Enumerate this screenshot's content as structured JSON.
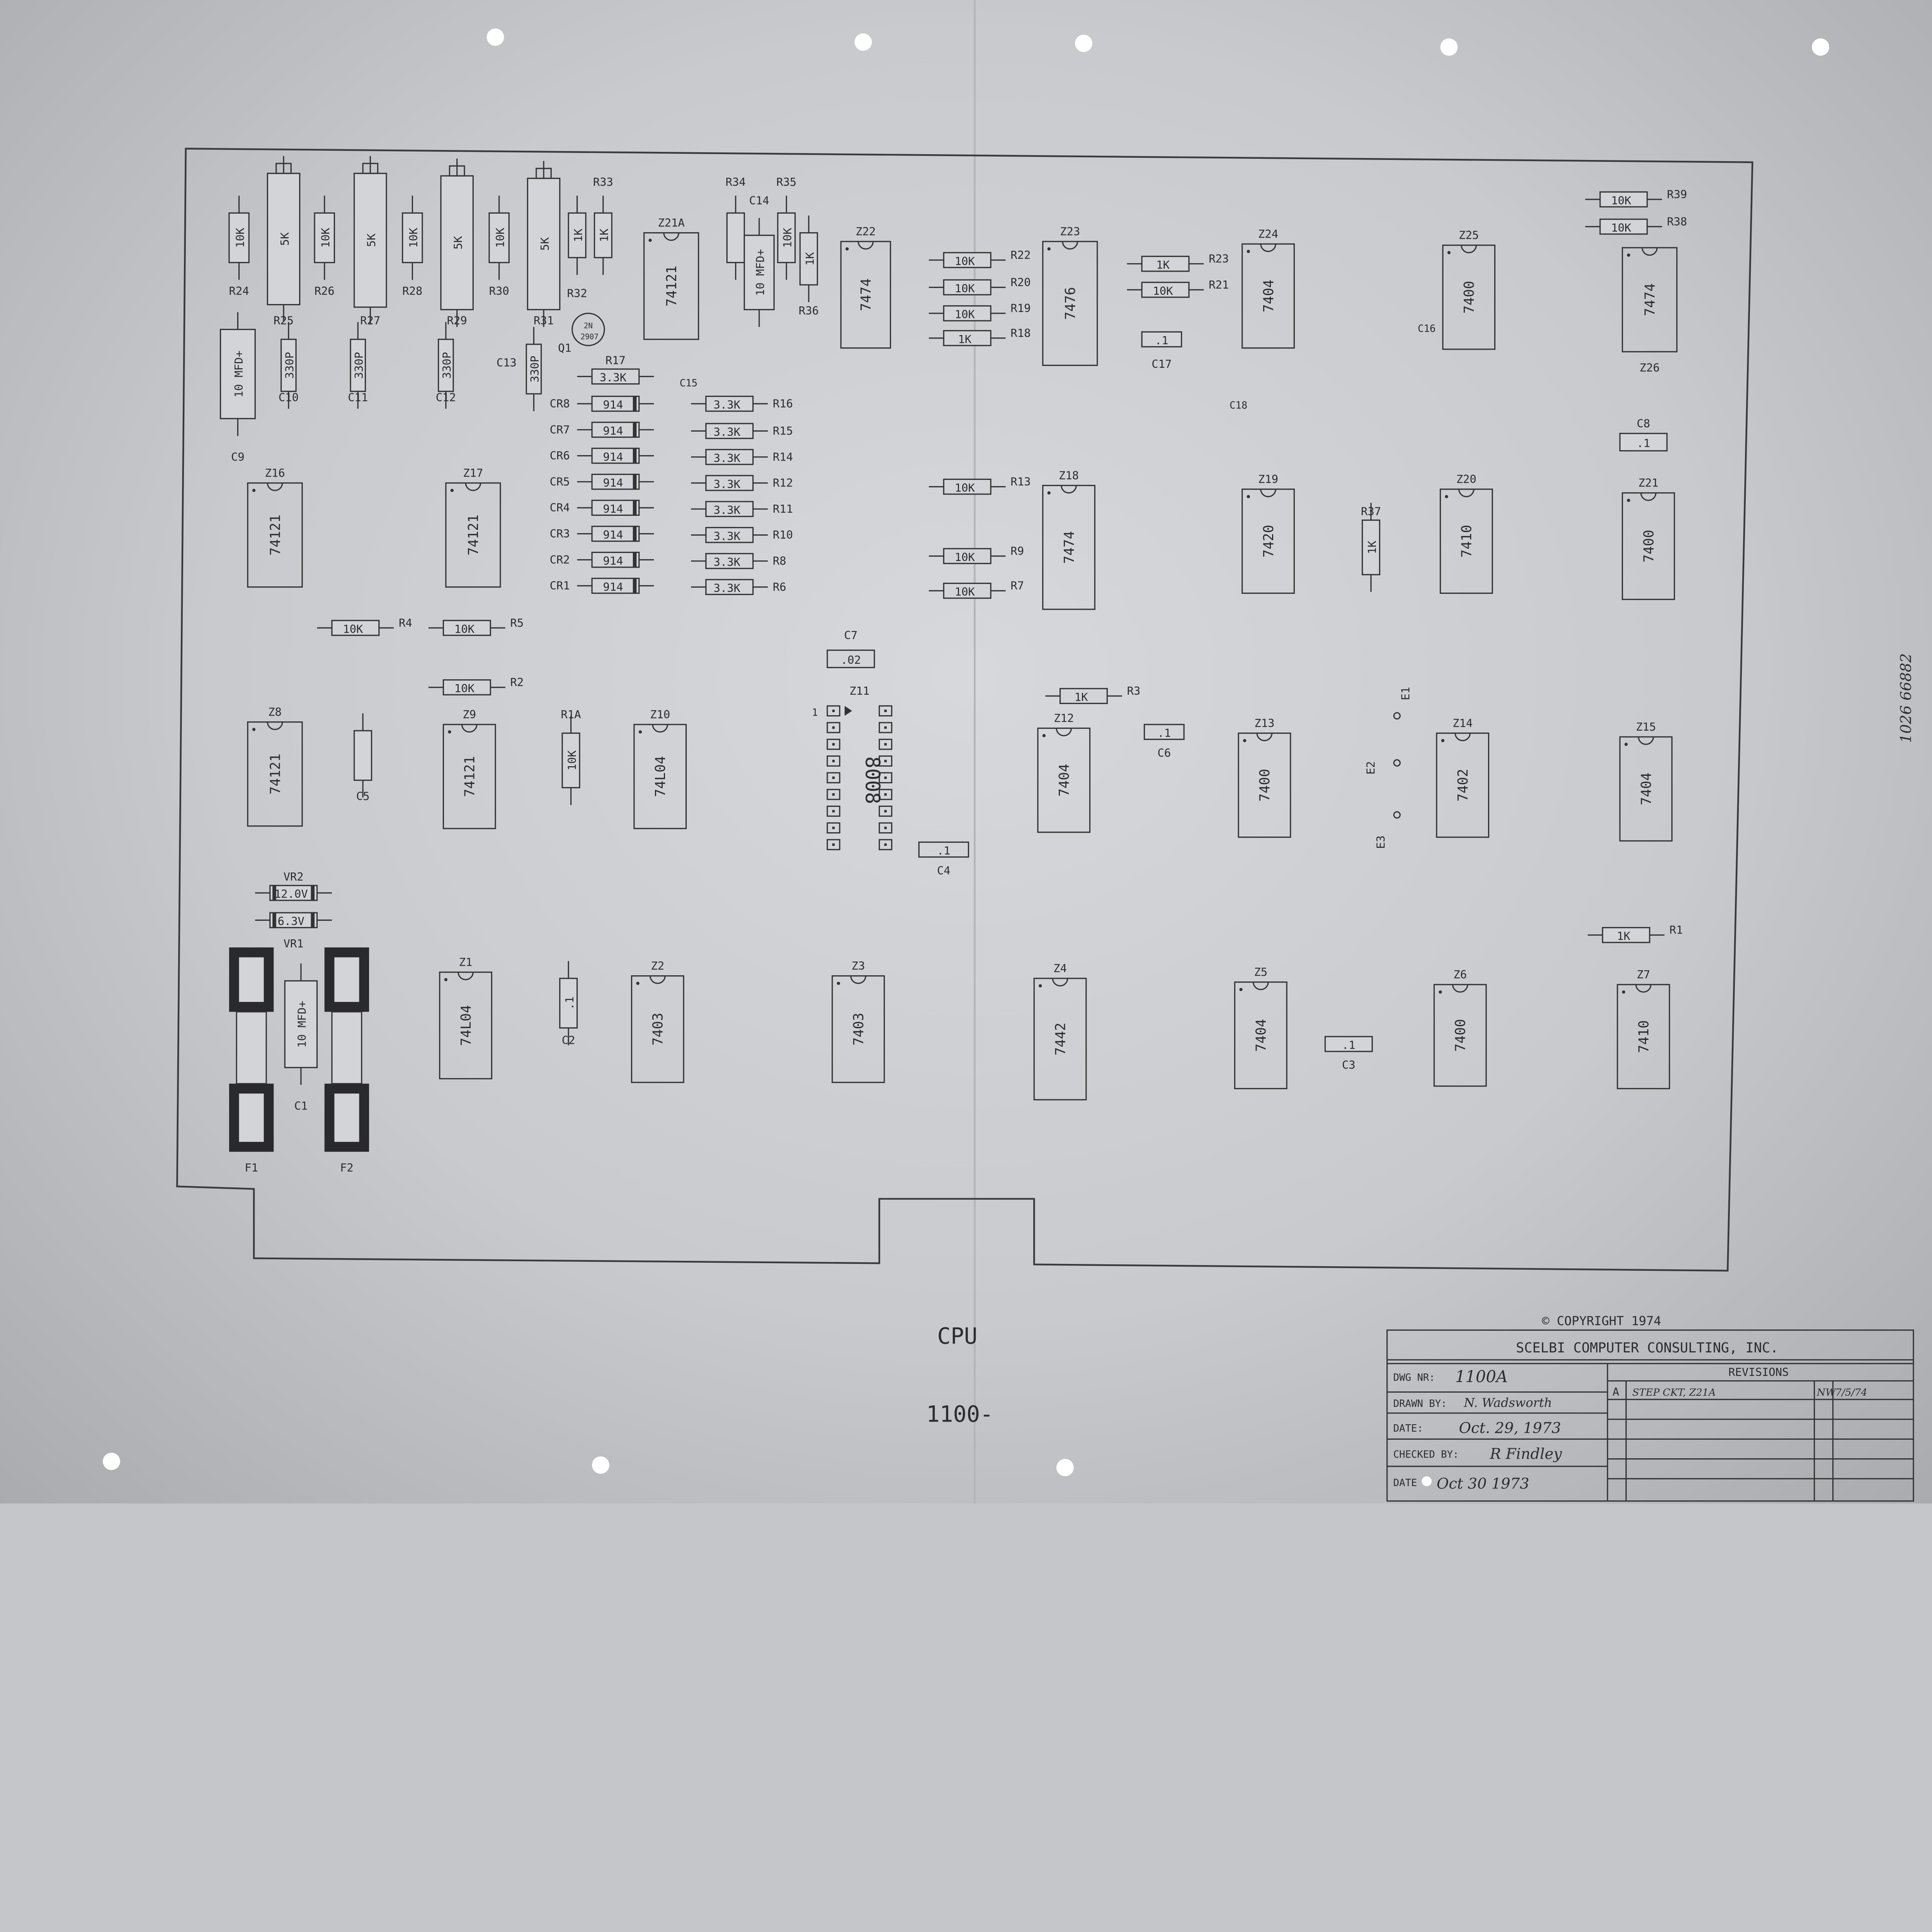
{
  "title": {
    "name": "CPU",
    "number": "1100-"
  },
  "copyright": "© COPYRIGHT 1974",
  "side_note": "1026 66882",
  "title_block": {
    "company": "SCELBI COMPUTER CONSULTING, INC.",
    "dwg_label": "DWG NR:",
    "dwg_value": "1100A",
    "drawn_label": "DRAWN BY:",
    "drawn_value": "N. Wadsworth",
    "date_label": "DATE:",
    "date_value": "Oct. 29, 1973",
    "checked_label": "CHECKED BY:",
    "checked_value": "R Findley",
    "date2_label": "DATE",
    "date2_value": "Oct 30 1973",
    "revisions_label": "REVISIONS",
    "revisions": [
      {
        "rev": "A",
        "desc": "STEP CKT, Z21A",
        "by": "NW",
        "date": "7/5/74"
      }
    ]
  },
  "ics": [
    {
      "ref": "Z21A",
      "part": "74121"
    },
    {
      "ref": "Z22",
      "part": "7474"
    },
    {
      "ref": "Z23",
      "part": "7476"
    },
    {
      "ref": "Z24",
      "part": "7404"
    },
    {
      "ref": "Z25",
      "part": "7400"
    },
    {
      "ref": "Z26",
      "part": "7474"
    },
    {
      "ref": "Z16",
      "part": "74121"
    },
    {
      "ref": "Z17",
      "part": "74121"
    },
    {
      "ref": "Z18",
      "part": "7474"
    },
    {
      "ref": "Z19",
      "part": "7420"
    },
    {
      "ref": "Z20",
      "part": "7410"
    },
    {
      "ref": "Z21",
      "part": "7400"
    },
    {
      "ref": "Z8",
      "part": "74121"
    },
    {
      "ref": "Z9",
      "part": "74121"
    },
    {
      "ref": "Z10",
      "part": "74L04"
    },
    {
      "ref": "Z12",
      "part": "7404"
    },
    {
      "ref": "Z13",
      "part": "7400"
    },
    {
      "ref": "Z14",
      "part": "7402"
    },
    {
      "ref": "Z15",
      "part": "7404"
    },
    {
      "ref": "Z1",
      "part": "74L04"
    },
    {
      "ref": "Z2",
      "part": "7403"
    },
    {
      "ref": "Z3",
      "part": "7403"
    },
    {
      "ref": "Z4",
      "part": "7442"
    },
    {
      "ref": "Z5",
      "part": "7404"
    },
    {
      "ref": "Z6",
      "part": "7400"
    },
    {
      "ref": "Z7",
      "part": "7410"
    }
  ],
  "cpu_socket": {
    "ref": "Z11",
    "part": "8008",
    "pin1": "1"
  },
  "h_parts": [
    {
      "ref": "R22",
      "value": "10K"
    },
    {
      "ref": "R20",
      "value": "10K"
    },
    {
      "ref": "R19",
      "value": "10K"
    },
    {
      "ref": "R18",
      "value": "1K"
    },
    {
      "ref": "R23",
      "value": "1K"
    },
    {
      "ref": "R21",
      "value": "10K"
    },
    {
      "ref": "R39",
      "value": "10K"
    },
    {
      "ref": "R38",
      "value": "10K"
    },
    {
      "ref": "R17",
      "value": "3.3K"
    },
    {
      "ref": "R16",
      "value": "3.3K"
    },
    {
      "ref": "R15",
      "value": "3.3K"
    },
    {
      "ref": "R14",
      "value": "3.3K"
    },
    {
      "ref": "R12",
      "value": "3.3K"
    },
    {
      "ref": "R11",
      "value": "3.3K"
    },
    {
      "ref": "R10",
      "value": "3.3K"
    },
    {
      "ref": "R8",
      "value": "3.3K"
    },
    {
      "ref": "R6",
      "value": "3.3K"
    },
    {
      "ref": "CR8",
      "value": "914"
    },
    {
      "ref": "CR7",
      "value": "914"
    },
    {
      "ref": "CR6",
      "value": "914"
    },
    {
      "ref": "CR5",
      "value": "914"
    },
    {
      "ref": "CR4",
      "value": "914"
    },
    {
      "ref": "CR3",
      "value": "914"
    },
    {
      "ref": "CR2",
      "value": "914"
    },
    {
      "ref": "CR1",
      "value": "914"
    },
    {
      "ref": "R13",
      "value": "10K"
    },
    {
      "ref": "R9",
      "value": "10K"
    },
    {
      "ref": "R7",
      "value": "10K"
    },
    {
      "ref": "R4",
      "value": "10K"
    },
    {
      "ref": "R5",
      "value": "10K"
    },
    {
      "ref": "R2",
      "value": "10K"
    },
    {
      "ref": "R3",
      "value": "1K"
    },
    {
      "ref": "R1",
      "value": "1K"
    },
    {
      "ref": "VR2",
      "value": "12.0V"
    },
    {
      "ref": "VR1",
      "value": "6.3V"
    }
  ],
  "v_parts": [
    {
      "ref": "R24",
      "value": "10K"
    },
    {
      "ref": "R26",
      "value": "10K"
    },
    {
      "ref": "R28",
      "value": "10K"
    },
    {
      "ref": "R30",
      "value": "10K"
    },
    {
      "ref": "R32",
      "value": "1K"
    },
    {
      "ref": "R33",
      "value": "1K"
    },
    {
      "ref": "R34",
      "value": ""
    },
    {
      "ref": "R35",
      "value": "10K"
    },
    {
      "ref": "R36",
      "value": "1K"
    },
    {
      "ref": "R37",
      "value": "1K"
    },
    {
      "ref": "R1A",
      "value": "10K"
    },
    {
      "ref": "R25",
      "value": "5K"
    },
    {
      "ref": "R27",
      "value": "5K"
    },
    {
      "ref": "R29",
      "value": "5K"
    },
    {
      "ref": "R31",
      "value": "5K"
    },
    {
      "ref": "C10",
      "value": "330P"
    },
    {
      "ref": "C11",
      "value": "330P"
    },
    {
      "ref": "C12",
      "value": "330P"
    },
    {
      "ref": "C13",
      "value": "330P"
    },
    {
      "ref": "C9",
      "value": "10 MFD+"
    },
    {
      "ref": "C14",
      "value": "10 MFD+"
    },
    {
      "ref": "C1",
      "value": "10 MFD+"
    },
    {
      "ref": "C2",
      "value": ".1"
    },
    {
      "ref": "C5",
      "value": ""
    }
  ],
  "caps_h": [
    {
      "ref": "C17",
      "value": ".1"
    },
    {
      "ref": "C8",
      "value": ".1"
    },
    {
      "ref": "C6",
      "value": ".1"
    },
    {
      "ref": "C4",
      "value": ".1"
    },
    {
      "ref": "C3",
      "value": ".1"
    },
    {
      "ref": "C7",
      "value": ".02"
    }
  ],
  "transistor": {
    "ref": "Q1",
    "part": "2N 2907"
  },
  "fuses": [
    {
      "ref": "F1"
    },
    {
      "ref": "F2"
    }
  ],
  "jumpers": [
    {
      "ref": "E1"
    },
    {
      "ref": "E2"
    },
    {
      "ref": "E3"
    }
  ],
  "faint_labels": [
    "C15",
    "C16",
    "C18"
  ]
}
